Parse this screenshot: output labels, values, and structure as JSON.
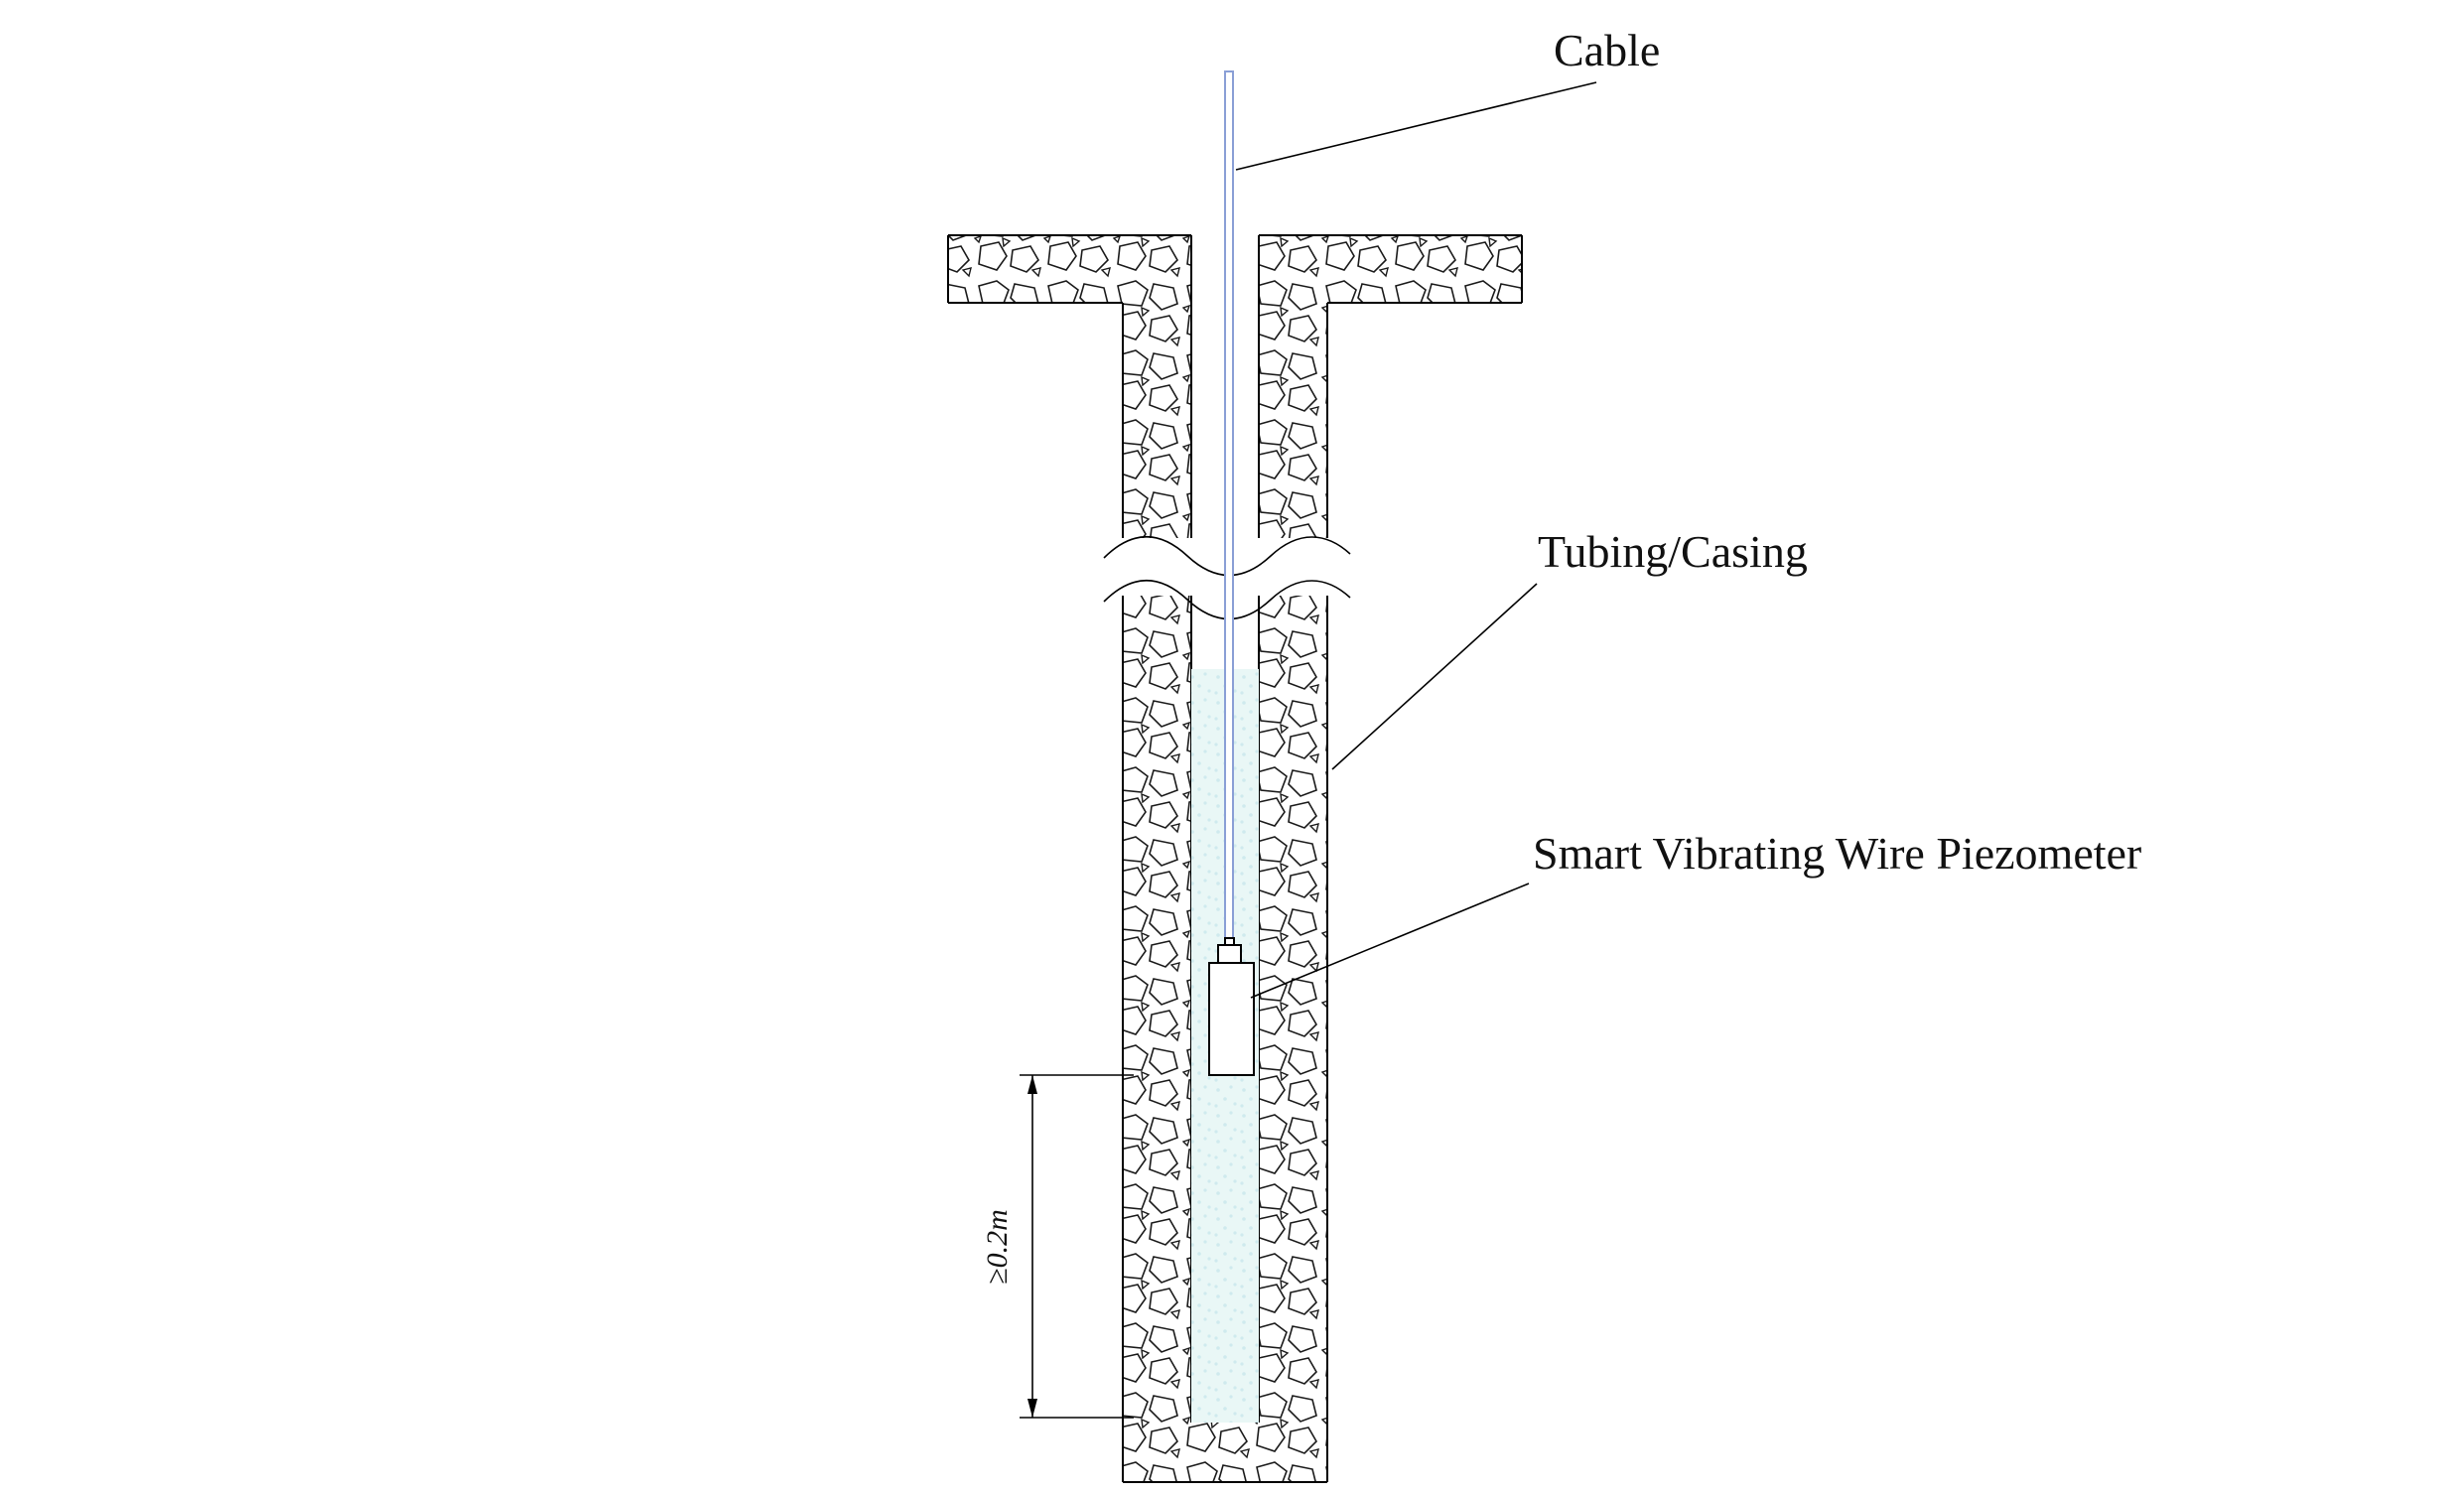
{
  "labels": {
    "cable": "Cable",
    "tubing_casing": "Tubing/Casing",
    "piezometer": "Smart Vibrating Wire Piezometer",
    "min_depth": "≥0.2m"
  },
  "colors": {
    "line": "#000000",
    "cable_stroke": "#8a9fd6",
    "water_base": "#e9f7f6",
    "water_dot": "#cfeaee"
  }
}
